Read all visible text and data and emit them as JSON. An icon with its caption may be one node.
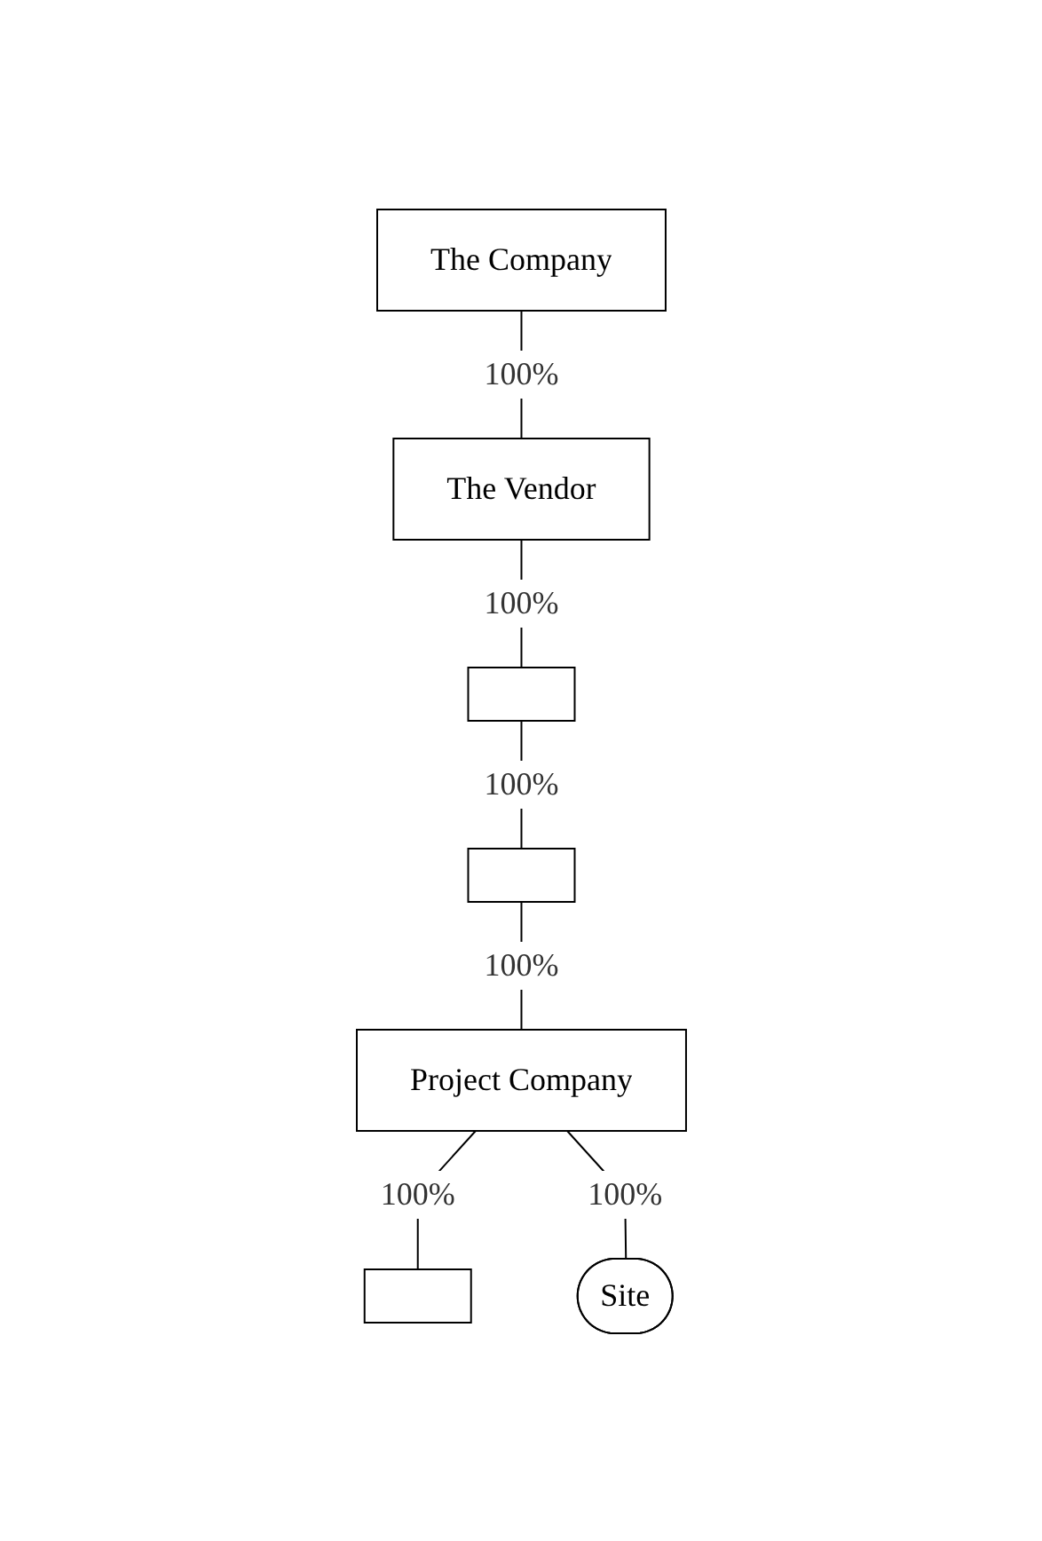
{
  "diagram": {
    "nodes": [
      {
        "text": [
          "The Company"
        ]
      },
      {
        "text": [
          "The Vendor"
        ]
      },
      {
        "text": [],
        "shape": "box"
      },
      {
        "text": [],
        "shape": "box"
      },
      {
        "text": [
          "Project Company"
        ]
      },
      {
        "text": [],
        "shape": "box"
      },
      {
        "text": [
          "Site"
        ]
      }
    ],
    "edges": [
      {
        "from": 0,
        "to": 1,
        "arrow": "none",
        "label": "100%"
      },
      {
        "from": 1,
        "to": 2,
        "arrow": "none",
        "label": "100%"
      },
      {
        "from": 2,
        "to": 3,
        "arrow": "none",
        "label": "100%"
      },
      {
        "from": 3,
        "to": 4,
        "arrow": "none",
        "label": "100%"
      },
      {
        "from": 4,
        "to": 5,
        "arrow": "none",
        "label": "100%"
      },
      {
        "from": 4,
        "to": 6,
        "arrow": "none",
        "label": "100%"
      }
    ]
  }
}
